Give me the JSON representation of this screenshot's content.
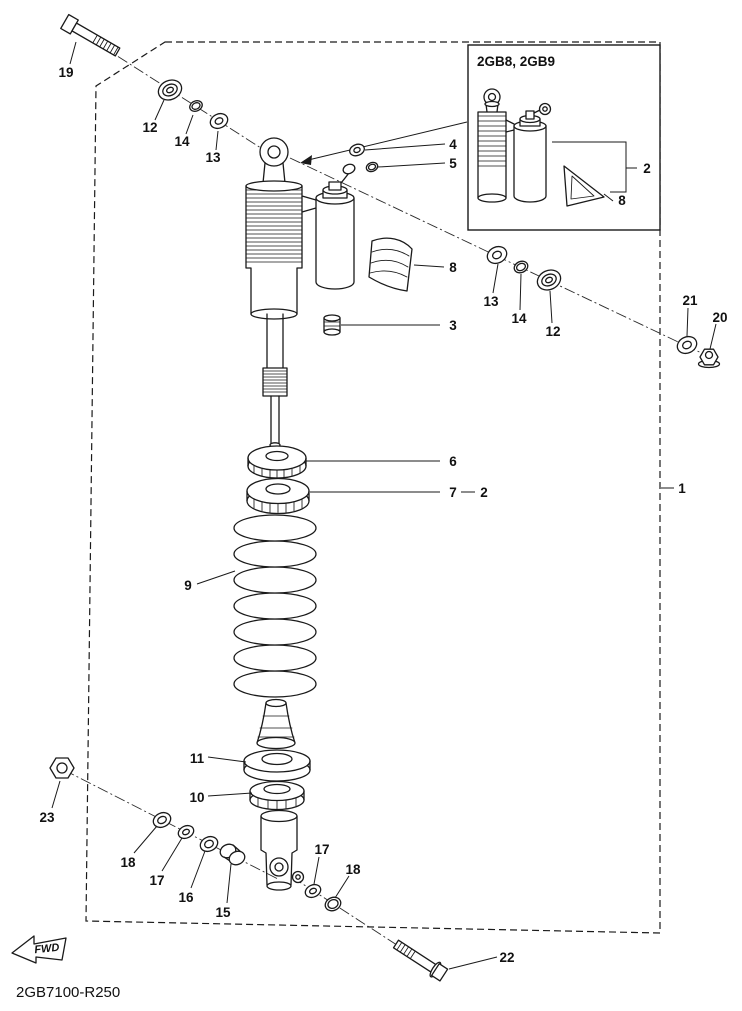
{
  "diagram": {
    "part_number": "2GB7100-R250",
    "inset_title": "2GB8, 2GB9",
    "fwd_label": "FWD"
  },
  "callouts": {
    "c19": "19",
    "c12a": "12",
    "c14a": "14",
    "c13a": "13",
    "c4": "4",
    "c5": "5",
    "c8a": "8",
    "c2_inset": "2",
    "c8_inset": "8",
    "c13b": "13",
    "c14b": "14",
    "c12b": "12",
    "c21": "21",
    "c20": "20",
    "c3": "3",
    "c6": "6",
    "c7": "7",
    "c2": "2",
    "c1": "1",
    "c9": "9",
    "c11": "11",
    "c10": "10",
    "c23": "23",
    "c18a": "18",
    "c17a": "17",
    "c16": "16",
    "c15": "15",
    "c17b": "17",
    "c18b": "18",
    "c22": "22"
  },
  "colors": {
    "line": "#1a1a1a",
    "background": "#ffffff"
  }
}
